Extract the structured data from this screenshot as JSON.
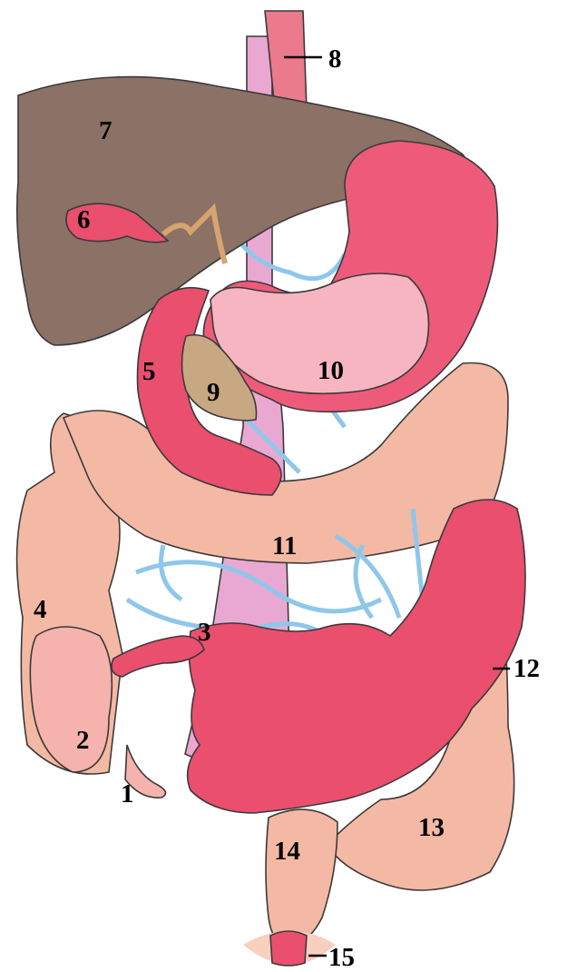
{
  "diagram": {
    "labels": {
      "l1": "1",
      "l2": "2",
      "l3": "3",
      "l4": "4",
      "l5": "5",
      "l6": "6",
      "l7": "7",
      "l8": "8",
      "l9": "9",
      "l10": "10",
      "l11": "11",
      "l12": "12",
      "l13": "13",
      "l14": "14",
      "l15": "15"
    },
    "colors": {
      "liver": "#8b7166",
      "stomach": "#ee5b7a",
      "stomach_inner": "#f6b5c0",
      "small_intestine": "#ea4f6e",
      "colon": "#f4b9a4",
      "pancreas": "#c8a883",
      "vessels": "#8ec7ea",
      "esophagus": "#ea7a8c",
      "aorta": "#e9a8d2",
      "bile": "#d7a36f"
    }
  }
}
